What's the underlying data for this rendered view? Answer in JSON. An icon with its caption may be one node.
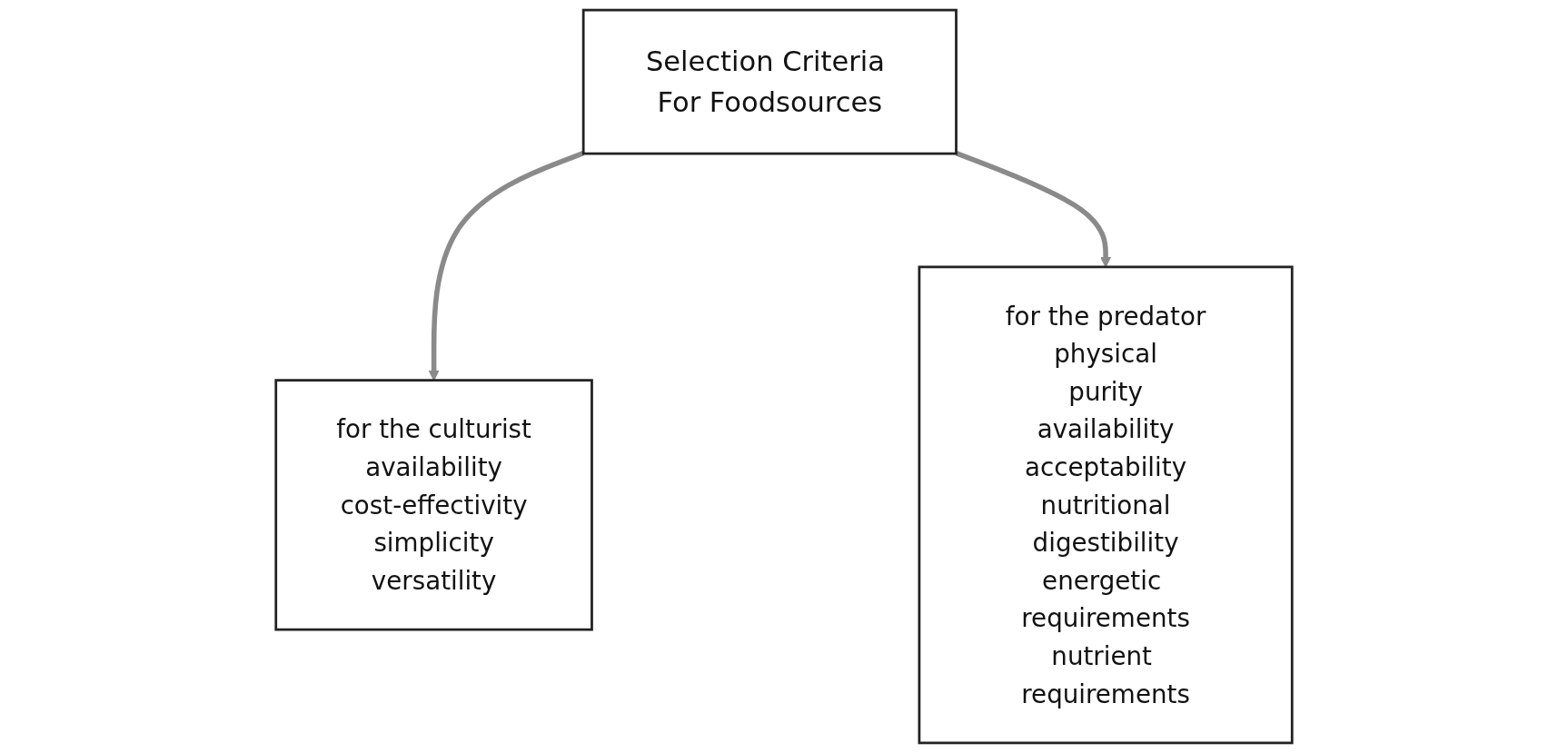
{
  "diagram": {
    "nodes": [
      {
        "text": [
          "Selection Criteria For Foodsources"
        ]
      },
      {
        "text": [
          "for the culturist",
          "availability",
          "cost-effectivity",
          "simplicity",
          "versatility"
        ]
      },
      {
        "text": [
          "for the predator",
          "physical",
          "purity",
          "availability",
          "acceptability",
          "nutritional",
          "digestibility",
          "energetic requirements",
          "nutrient requirements"
        ]
      }
    ],
    "edges": [
      {
        "from": 0,
        "to": 1,
        "arrow": "to"
      },
      {
        "from": 0,
        "to": 2,
        "arrow": "to"
      }
    ]
  }
}
